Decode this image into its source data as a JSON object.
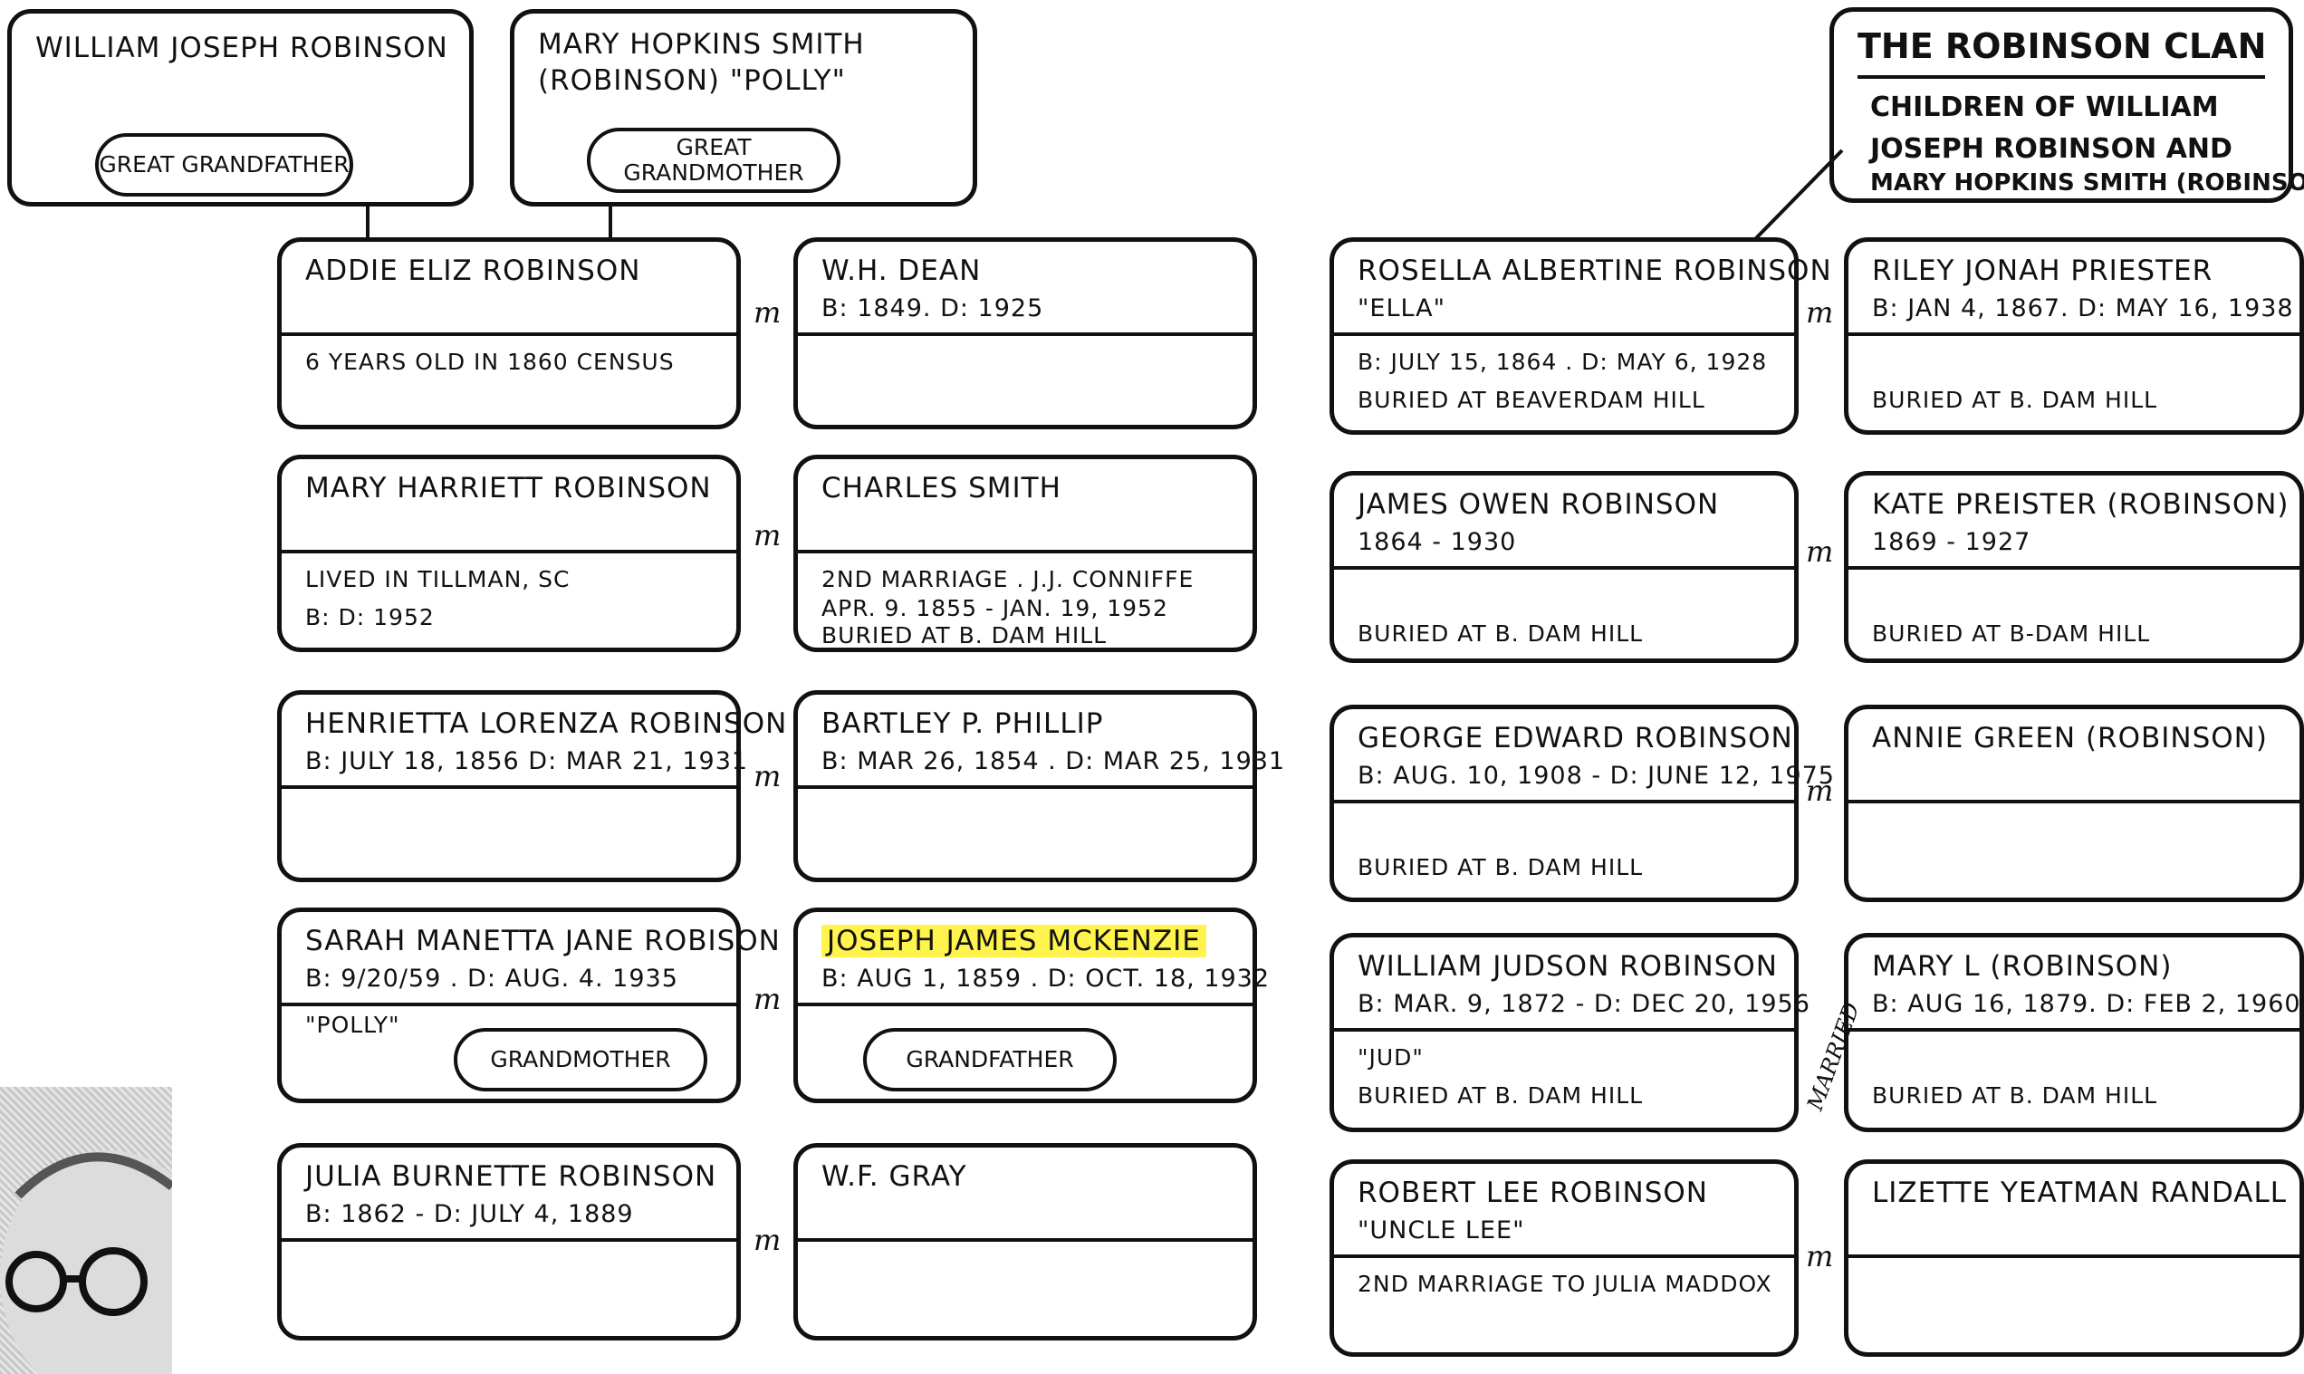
{
  "great_grandfather": {
    "name": "William Joseph Robinson",
    "badge": "Great Grandfather"
  },
  "great_grandmother": {
    "name_line1": "Mary Hopkins Smith",
    "name_line2": "(Robinson) \"Polly\"",
    "badge": "Great Grandmother"
  },
  "clan_box": {
    "title": "The Robinson Clan",
    "subtitle_line1": "Children of William",
    "subtitle_line2": "Joseph Robinson and",
    "subtitle_line3": "Mary Hopkins Smith (Robinson)"
  },
  "married_symbol": "m",
  "married_word": "Married",
  "left_column": [
    {
      "child": {
        "name": "Addie Eliz     Robinson",
        "l1": "",
        "l2": "6 years old in 1860 census",
        "l3": ""
      },
      "spouse": {
        "name": "W.H. Dean",
        "l1": "B: 1849.  D: 1925",
        "l2": "",
        "l3": ""
      }
    },
    {
      "child": {
        "name": "Mary Harriett Robinson",
        "l1": "",
        "l2": "Lived in Tillman, SC",
        "l3": "B:                 D: 1952"
      },
      "spouse": {
        "name": "Charles Smith",
        "l1": "",
        "l2": "2nd marriage . J.J. Conniffe",
        "l3": "Apr. 9. 1855 - Jan. 19, 1952",
        "l4": "Buried at B. Dam Hill"
      }
    },
    {
      "child": {
        "name": "Henrietta Lorenza Robinson",
        "l1": "B: July 18, 1856  D: Mar 21, 1931",
        "l2": "",
        "l3": ""
      },
      "spouse": {
        "name": "Bartley P. Phillip",
        "l1": "B: Mar 26, 1854 . D: Mar 25, 1931",
        "l2": "",
        "l3": ""
      }
    },
    {
      "child": {
        "name": "Sarah Manetta Jane Robison",
        "l1": "B: 9/20/59 .  D: Aug. 4. 1935",
        "l2": "\"Polly\"",
        "badge": "Grandmother"
      },
      "spouse": {
        "name": "Joseph James McKenzie",
        "l1": "B: Aug 1, 1859 . D: Oct. 18, 1932",
        "badge": "Grandfather"
      }
    },
    {
      "child": {
        "name": "Julia Burnette Robinson",
        "l1": "B: 1862 -      D: July 4, 1889",
        "l2": "",
        "l3": ""
      },
      "spouse": {
        "name": "W.F. Gray",
        "l1": "",
        "l2": "",
        "l3": ""
      }
    }
  ],
  "right_column": [
    {
      "child": {
        "name": "Rosella Albertine Robinson",
        "l1": "\"Ella\"",
        "l2": "B: July 15, 1864 . D: May 6, 1928",
        "l3": "Buried at Beaverdam Hill"
      },
      "spouse": {
        "name": "Riley Jonah Priester",
        "l1": "B: Jan 4, 1867.  D: May 16, 1938",
        "l2": "",
        "l3": "Buried at B. Dam Hill"
      }
    },
    {
      "child": {
        "name": "James Owen Robinson",
        "l1": "1864 - 1930",
        "l2": "",
        "l3": "Buried at B. Dam Hill"
      },
      "spouse": {
        "name": "Kate Preister (Robinson)",
        "l1": "1869 - 1927",
        "l2": "",
        "l3": "Buried at B-Dam Hill"
      }
    },
    {
      "child": {
        "name": "George Edward Robinson",
        "l1": "B: Aug. 10, 1908 - D: June 12, 1975",
        "l2": "",
        "l3": "Buried at B. Dam Hill"
      },
      "spouse": {
        "name": "Annie Green (Robinson)",
        "l1": "",
        "l2": "",
        "l3": ""
      }
    },
    {
      "child": {
        "name": "William Judson Robinson",
        "l1": "B: Mar. 9, 1872 -  D: Dec 20, 1956",
        "l2": "\"Jud\"",
        "l3": "Buried at B. Dam Hill"
      },
      "spouse": {
        "name": "Mary L (Robinson)",
        "l1": "B: Aug 16, 1879.  D: Feb 2, 1960",
        "l2": "",
        "l3": "Buried at B. Dam Hill"
      }
    },
    {
      "child": {
        "name": "Robert Lee Robinson",
        "l1": "\"Uncle Lee\"",
        "l2": "2nd marriage to Julia Maddox",
        "l3": ""
      },
      "spouse": {
        "name": "Lizette Yeatman Randall",
        "l1": "",
        "l2": "",
        "l3": ""
      }
    }
  ]
}
